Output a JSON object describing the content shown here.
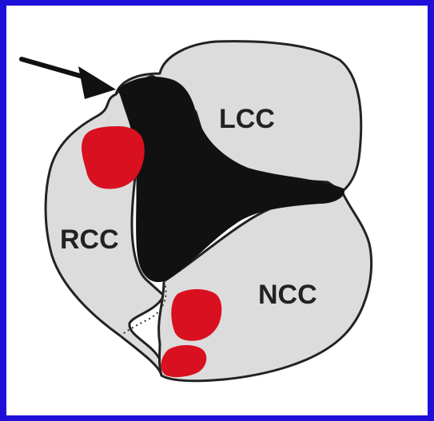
{
  "diagram": {
    "labels": {
      "lcc": "LCC",
      "rcc": "RCC",
      "ncc": "NCC"
    },
    "colors": {
      "frame": "#1e10d8",
      "background": "#ffffff",
      "cusp_fill": "#dcdcdc",
      "outline": "#222222",
      "orifice": "#111111",
      "calcification": "#d9101f"
    },
    "arrow": {
      "direction": "down-right",
      "icon": "arrow-icon"
    }
  }
}
